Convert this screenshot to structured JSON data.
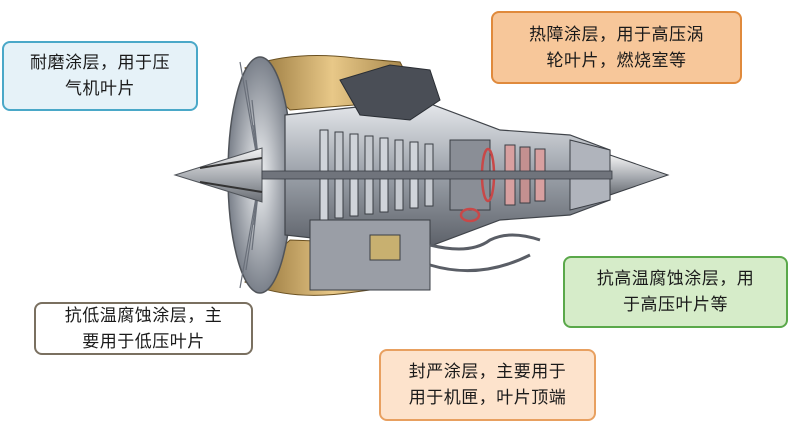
{
  "callouts": {
    "wear_resistant": {
      "lines": [
        "耐磨涂层，用于压",
        "气机叶片"
      ],
      "fill": "#e6f2f8",
      "border": "#4aa8c8"
    },
    "thermal_barrier": {
      "lines": [
        "热障涂层，用于高压涡",
        "轮叶片，燃烧室等"
      ],
      "fill": "#f7c79a",
      "border": "#e08a3c"
    },
    "high_temp_corrosion": {
      "lines": [
        "抗高温腐蚀涂层，用",
        "于高压叶片等"
      ],
      "fill": "#d6ecc9",
      "border": "#5aa84a"
    },
    "low_temp_corrosion": {
      "lines": [
        "抗低温腐蚀涂层，主",
        "要用于低压叶片"
      ],
      "fill": "#ffffff",
      "border": "#7a7060"
    },
    "sealing": {
      "lines": [
        "封严涂层，主要用于",
        "用于机匣，叶片顶端"
      ],
      "fill": "#fde3cc",
      "border": "#e8a060"
    }
  },
  "engine_colors": {
    "metal": "#b8bcc4",
    "dark": "#4a4e56",
    "gold": "#d4b070",
    "red": "#c84848"
  }
}
